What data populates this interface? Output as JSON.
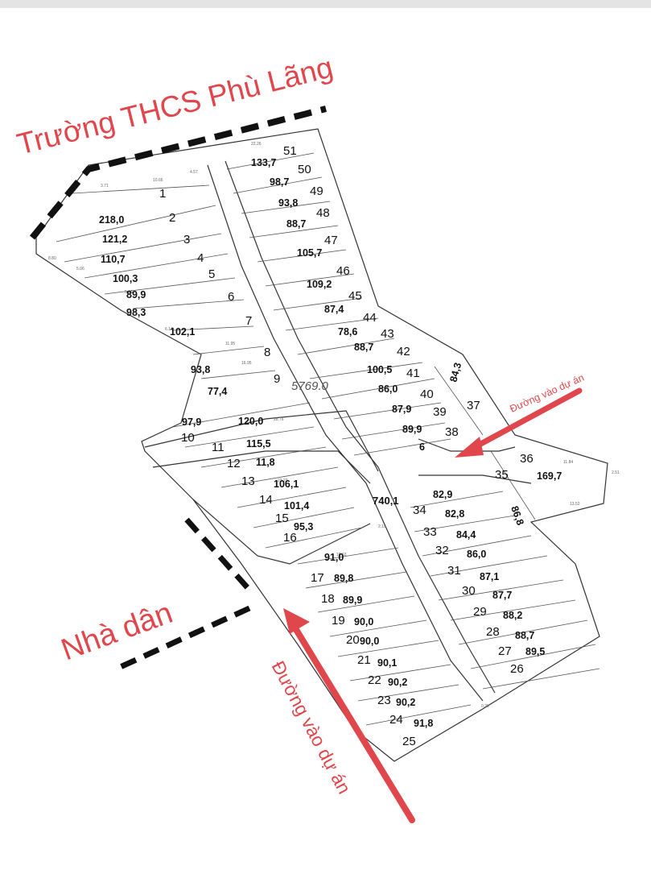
{
  "labels": {
    "school": "Trường THCS Phù Lãng",
    "houses": "Nhà dân",
    "access_road_main": "Đường vào dự án",
    "access_road_side": "Đường vào dự án",
    "total_area": "5769.0",
    "road_area": "740,1"
  },
  "colors": {
    "annotation_red": "#e0474c",
    "boundary_black": "#111111",
    "lines": "#444444"
  },
  "plots": [
    {
      "no": "1",
      "area": "218,0"
    },
    {
      "no": "2",
      "area": "121,2"
    },
    {
      "no": "3",
      "area": "110,7"
    },
    {
      "no": "4",
      "area": "100,3"
    },
    {
      "no": "5",
      "area": "89,9"
    },
    {
      "no": "6",
      "area": "98,3"
    },
    {
      "no": "7",
      "area": "102,1"
    },
    {
      "no": "8",
      "area": "93,8"
    },
    {
      "no": "9",
      "area": "77,4"
    },
    {
      "no": "10",
      "area": "97,9"
    },
    {
      "no": "11",
      "area": "120,0"
    },
    {
      "no": "12",
      "area": "115,5"
    },
    {
      "no": "13",
      "area": "11,8"
    },
    {
      "no": "14",
      "area": "106,1"
    },
    {
      "no": "15",
      "area": "101,4"
    },
    {
      "no": "16",
      "area": "95,3"
    },
    {
      "no": "17",
      "area": "91,0"
    },
    {
      "no": "18",
      "area": "89,8"
    },
    {
      "no": "19",
      "area": "89,9"
    },
    {
      "no": "20",
      "area": "90,0"
    },
    {
      "no": "21",
      "area": "90,0"
    },
    {
      "no": "22",
      "area": "90,1"
    },
    {
      "no": "23",
      "area": "90,2"
    },
    {
      "no": "24",
      "area": "90,2"
    },
    {
      "no": "25",
      "area": "91,8"
    },
    {
      "no": "26",
      "area": "89,5"
    },
    {
      "no": "27",
      "area": "88,7"
    },
    {
      "no": "28",
      "area": "88,2"
    },
    {
      "no": "29",
      "area": "87,7"
    },
    {
      "no": "30",
      "area": "87,1"
    },
    {
      "no": "31",
      "area": "86,0"
    },
    {
      "no": "32",
      "area": "84,4"
    },
    {
      "no": "33",
      "area": "82,8"
    },
    {
      "no": "34",
      "area": "82,9"
    },
    {
      "no": "35",
      "area": "86,8"
    },
    {
      "no": "36",
      "area": "169,7"
    },
    {
      "no": "37",
      "area": "84,3"
    },
    {
      "no": "38",
      "area": "6"
    },
    {
      "no": "39",
      "area": "89,9"
    },
    {
      "no": "40",
      "area": "87,9"
    },
    {
      "no": "41",
      "area": "86,0"
    },
    {
      "no": "42",
      "area": "100,5"
    },
    {
      "no": "43",
      "area": "88,7"
    },
    {
      "no": "44",
      "area": "78,6"
    },
    {
      "no": "45",
      "area": "87,4"
    },
    {
      "no": "46",
      "area": "109,2"
    },
    {
      "no": "47",
      "area": "105,7"
    },
    {
      "no": "48",
      "area": "88,7"
    },
    {
      "no": "49",
      "area": "93,8"
    },
    {
      "no": "50",
      "area": "98,7"
    },
    {
      "no": "51",
      "area": "133,7"
    }
  ]
}
